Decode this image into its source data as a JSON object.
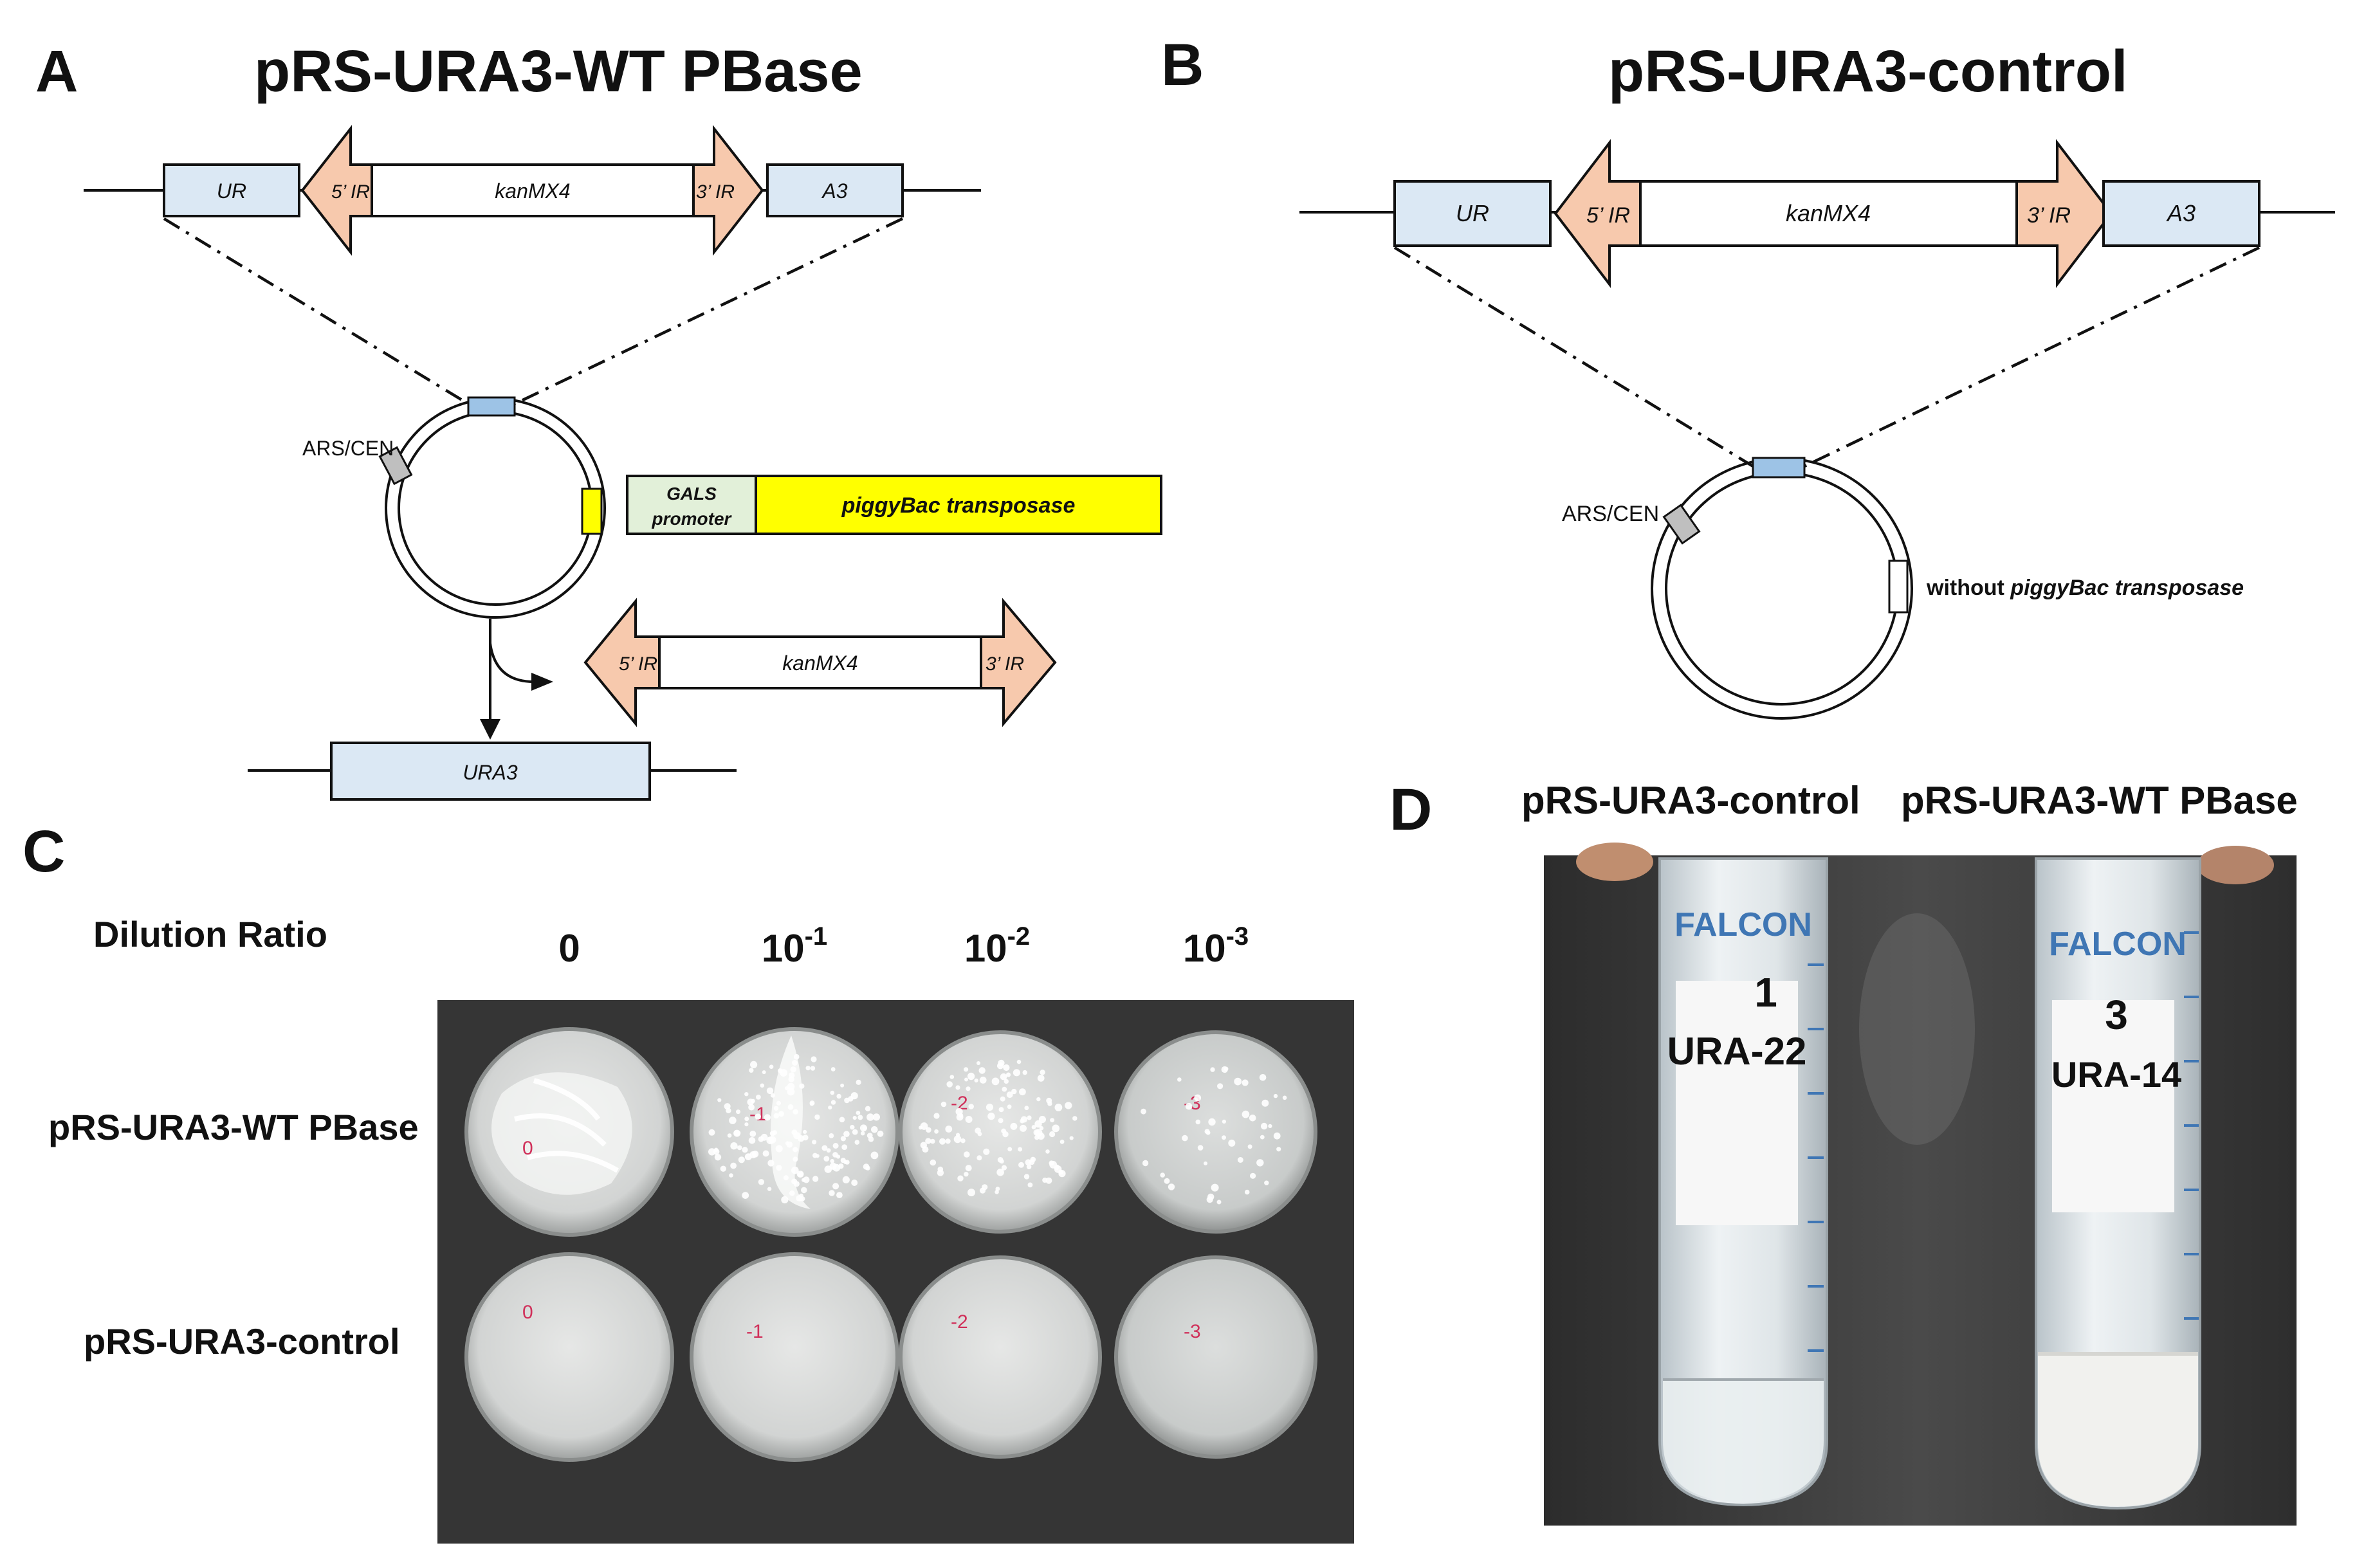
{
  "panels": {
    "A": {
      "letter": "A",
      "title": "pRS-URA3-WT PBase",
      "construct": {
        "left": "UR",
        "ir5": "5’ IR",
        "marker": "kanMX4",
        "ir3": "3’ IR",
        "right": "A3"
      },
      "ars_cen": "ARS/CEN",
      "promoter_line1": "GALS",
      "promoter_line2": "promoter",
      "transposase": "piggyBac transposase",
      "excised": {
        "ir5": "5’ IR",
        "marker": "kanMX4",
        "ir3": "3’ IR"
      },
      "restored": "URA3"
    },
    "B": {
      "letter": "B",
      "title": "pRS-URA3-control",
      "construct": {
        "left": "UR",
        "ir5": "5’ IR",
        "marker": "kanMX4",
        "ir3": "3’ IR",
        "right": "A3"
      },
      "ars_cen": "ARS/CEN",
      "without_prefix": "without ",
      "without_italic": "piggyBac transposase"
    },
    "C": {
      "letter": "C",
      "dilution_label": "Dilution Ratio",
      "dilutions": [
        {
          "base": "0",
          "exp": ""
        },
        {
          "base": "10",
          "exp": "-1"
        },
        {
          "base": "10",
          "exp": "-2"
        },
        {
          "base": "10",
          "exp": "-3"
        }
      ],
      "row_labels": [
        "pRS-URA3-WT PBase",
        "pRS-URA3-control"
      ],
      "plate_marks_top": [
        "0",
        "-1",
        "-2",
        "-3"
      ],
      "plate_marks_bottom": [
        "0",
        "-1",
        "-2",
        "-3"
      ]
    },
    "D": {
      "letter": "D",
      "tube_labels": [
        "pRS-URA3-control",
        "pRS-URA3-WT PBase"
      ],
      "tube_brand": "FALCON",
      "tube_numbers": [
        "1",
        "3"
      ],
      "tube_writing": [
        "URA-22",
        "URA-14"
      ]
    }
  },
  "colors": {
    "gene_box": "#dbe8f4",
    "ir_arrow": "#f7c9ad",
    "transposase": "#ffff00",
    "promoter": "#e2f0d9",
    "photo_bg": "#3a3a3a"
  }
}
